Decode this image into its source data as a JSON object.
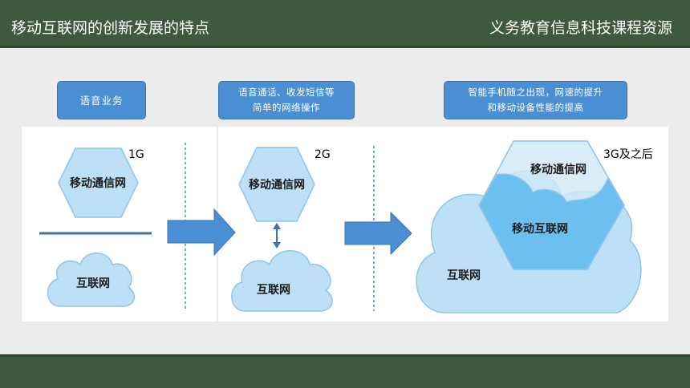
{
  "header": {
    "title": "移动互联网的创新发展的特点",
    "subtitle": "义务教育信息科技课程资源"
  },
  "callouts": [
    {
      "text": "语音业务"
    },
    {
      "text": "语音通话、收发短信等\n简单的网络操作"
    },
    {
      "text": "智能手机随之出现，网速的提升\n和移动设备性能的提高"
    }
  ],
  "stages": [
    {
      "label": "1G",
      "hex_label": "移动通信网",
      "cloud_label": "互联网"
    },
    {
      "label": "2G",
      "hex_label": "移动通信网",
      "cloud_label": "互联网"
    },
    {
      "label": "3G及之后",
      "hex_label": "移动通信网",
      "overlap_label": "移动互联网",
      "cloud_label": "互联网"
    }
  ],
  "colors": {
    "header_bg": "#3d5a40",
    "callout_bg": "#4a8fd3",
    "shape_fill": "#bde0f6",
    "shape_stroke": "#8ec5ea",
    "overlap_fill": "#6cc0ef",
    "arrow": "#4a8fd3"
  }
}
